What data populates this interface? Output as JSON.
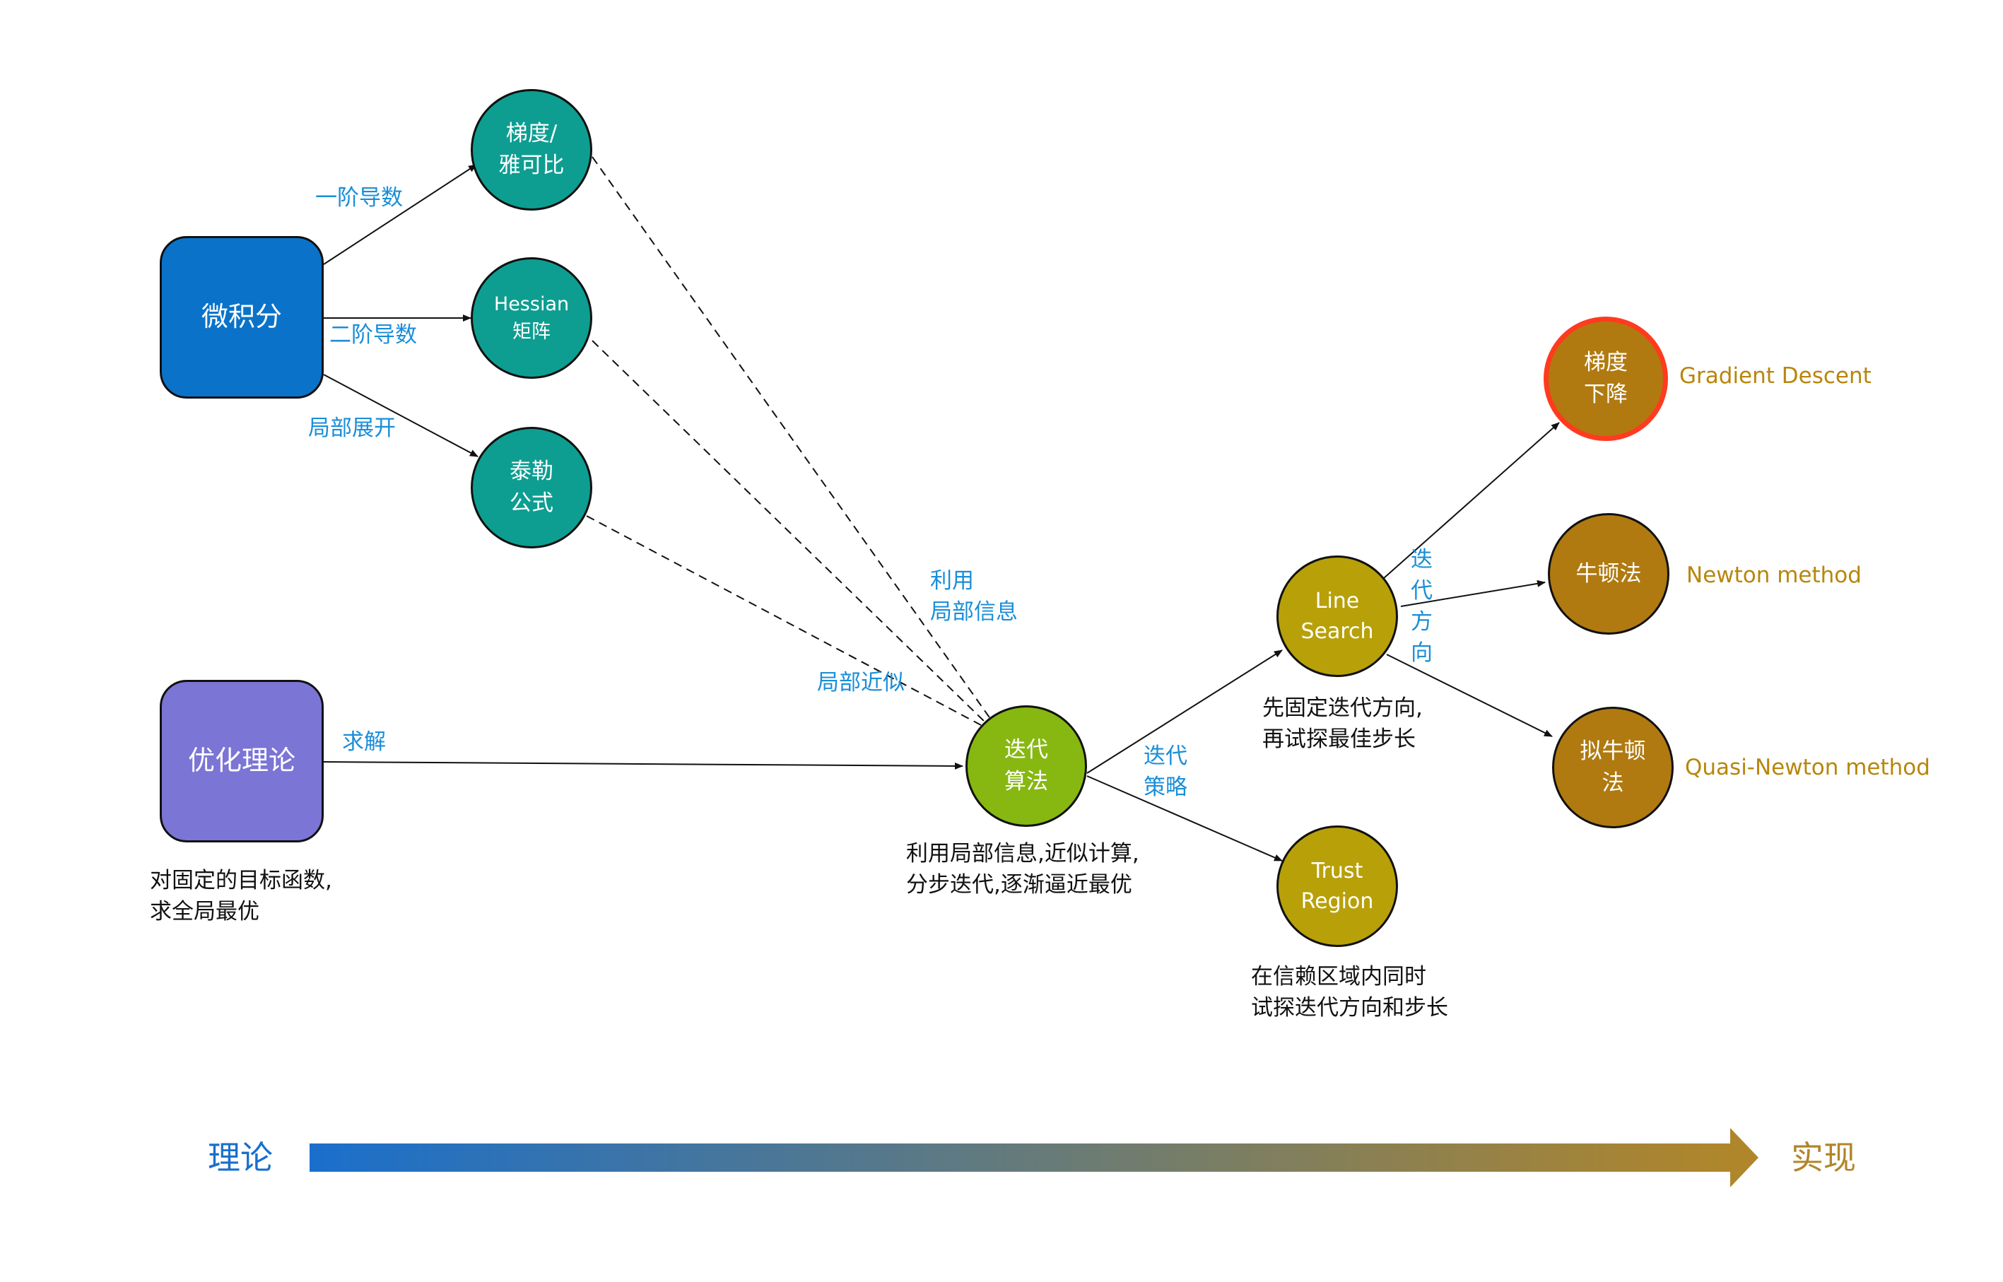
{
  "colors": {
    "calculus": "#0a73c9",
    "optimization": "#7b75d6",
    "teal": "#0d9e91",
    "green": "#87b811",
    "olive": "#b8a008",
    "gold": "#b07a10",
    "highlight_border": "#ff3b1f",
    "edge_label": "#1a8ed8",
    "method_label": "#b8860b",
    "axis_start": "#1a6fcc",
    "axis_end": "#b0862a"
  },
  "nodes": {
    "calculus": {
      "label": "微积分"
    },
    "optimization": {
      "label": "优化理论"
    },
    "gradient_jacobian": {
      "line1": "梯度/",
      "line2": "雅可比"
    },
    "hessian": {
      "line1": "Hessian",
      "line2": "矩阵"
    },
    "taylor": {
      "line1": "泰勒",
      "line2": "公式"
    },
    "iterative": {
      "line1": "迭代",
      "line2": "算法"
    },
    "line_search": {
      "line1": "Line",
      "line2": "Search"
    },
    "trust_region": {
      "line1": "Trust",
      "line2": "Region"
    },
    "gradient_descent": {
      "line1": "梯度",
      "line2": "下降"
    },
    "newton": {
      "label": "牛顿法"
    },
    "quasi_newton": {
      "line1": "拟牛顿",
      "line2": "法"
    }
  },
  "edge_labels": {
    "first_derivative": "一阶导数",
    "second_derivative": "二阶导数",
    "local_expansion": "局部展开",
    "solve": "求解",
    "use_local_info_1": "利用",
    "use_local_info_2": "局部信息",
    "local_approx": "局部近似",
    "iter_strategy_1": "迭代",
    "iter_strategy_2": "策略",
    "iter_direction_1": "迭",
    "iter_direction_2": "代",
    "iter_direction_3": "方",
    "iter_direction_4": "向"
  },
  "descriptions": {
    "optimization_1": "对固定的目标函数,",
    "optimization_2": "求全局最优",
    "iterative_1": "利用局部信息,近似计算,",
    "iterative_2": "分步迭代,逐渐逼近最优",
    "line_search_1": "先固定迭代方向,",
    "line_search_2": "再试探最佳步长",
    "trust_region_1": "在信赖区域内同时",
    "trust_region_2": "试探迭代方向和步长"
  },
  "methods": {
    "gradient_descent": "Gradient Descent",
    "newton": "Newton method",
    "quasi_newton": "Quasi-Newton method"
  },
  "axis": {
    "start_label": "理论",
    "end_label": "实现"
  }
}
